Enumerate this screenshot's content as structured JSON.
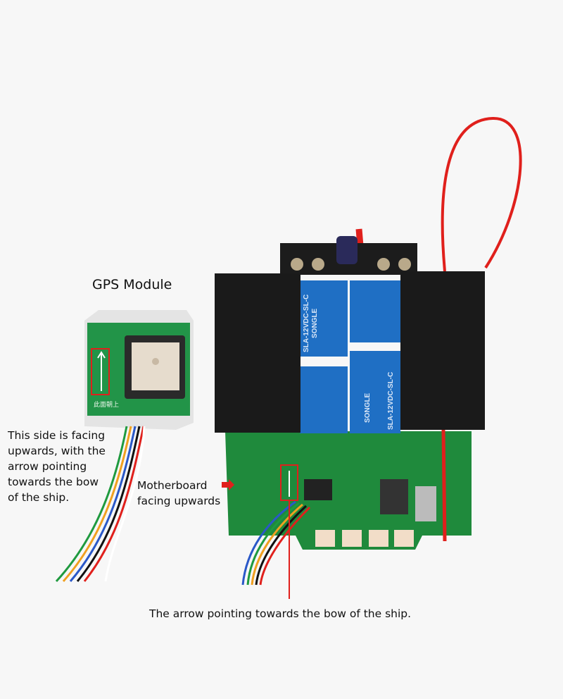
{
  "labels": {
    "gps_title": "GPS Module",
    "gps_note_lines": [
      "This side is facing",
      "upwards, with the",
      "arrow pointing",
      "towards the bow",
      "of the ship."
    ],
    "motherboard_lines": [
      "Motherboard",
      "facing upwards"
    ],
    "bottom_note": "The arrow pointing towards the bow of the ship."
  },
  "product_lettering": {
    "relay_brand": "SONGLE",
    "relay_model": "SLA-12VDC-SL-C",
    "gps_board_text": "此面朝上"
  },
  "colors": {
    "annotation_red": "#e0201c",
    "pcb_green": "#1f8a3c",
    "relay_blue": "#1f6fc4",
    "heatsink_black": "#1a1a1a",
    "background": "#f7f7f7"
  }
}
